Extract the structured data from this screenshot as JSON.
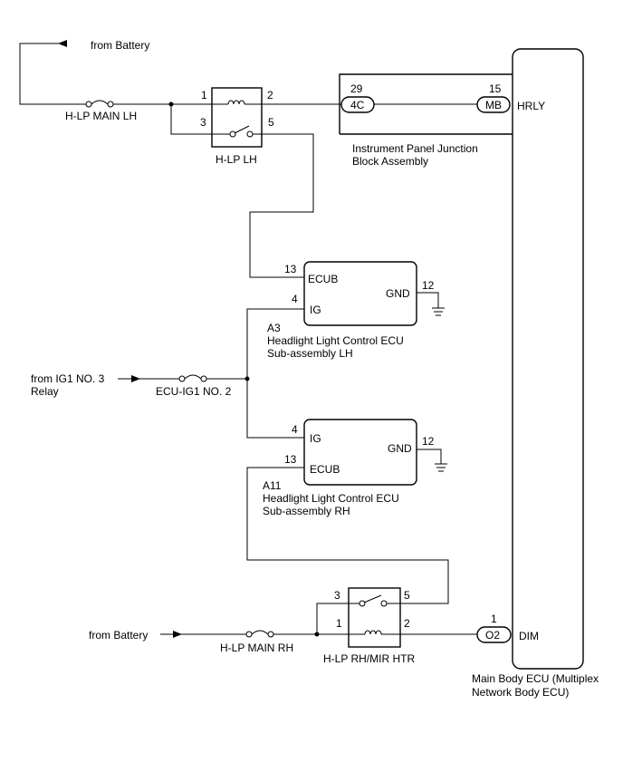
{
  "top": {
    "from_battery": "from Battery",
    "fuse_label": "H-LP MAIN LH",
    "relay_name": "H-LP LH",
    "pins": {
      "p1": "1",
      "p2": "2",
      "p3": "3",
      "p5": "5"
    }
  },
  "ipjb": {
    "connector_left": "4C",
    "pin_left": "29",
    "connector_right": "MB",
    "pin_right": "15",
    "name_line1": "Instrument Panel Junction",
    "name_line2": "Block Assembly"
  },
  "main_ecu": {
    "hrly": "HRLY",
    "dim": "DIM",
    "dim_connector": "O2",
    "dim_pin": "1",
    "name_line1": "Main Body ECU (Multiplex",
    "name_line2": "Network Body ECU)"
  },
  "a3": {
    "ecub": "ECUB",
    "ig": "IG",
    "gnd": "GND",
    "pin_ecub": "13",
    "pin_ig": "4",
    "pin_gnd": "12",
    "code": "A3",
    "name_line1": "Headlight Light Control ECU",
    "name_line2": "Sub-assembly LH"
  },
  "ig_feed": {
    "from_line1": "from IG1 NO. 3",
    "from_line2": "Relay",
    "fuse_label": "ECU-IG1 NO. 2"
  },
  "a11": {
    "ig": "IG",
    "ecub": "ECUB",
    "gnd": "GND",
    "pin_ig": "4",
    "pin_ecub": "13",
    "pin_gnd": "12",
    "code": "A11",
    "name_line1": "Headlight Light Control ECU",
    "name_line2": "Sub-assembly RH"
  },
  "bottom": {
    "from_battery": "from Battery",
    "fuse_label": "H-LP MAIN RH",
    "relay_name": "H-LP RH/MIR HTR",
    "pins": {
      "p3": "3",
      "p5": "5",
      "p1": "1",
      "p2": "2"
    }
  }
}
